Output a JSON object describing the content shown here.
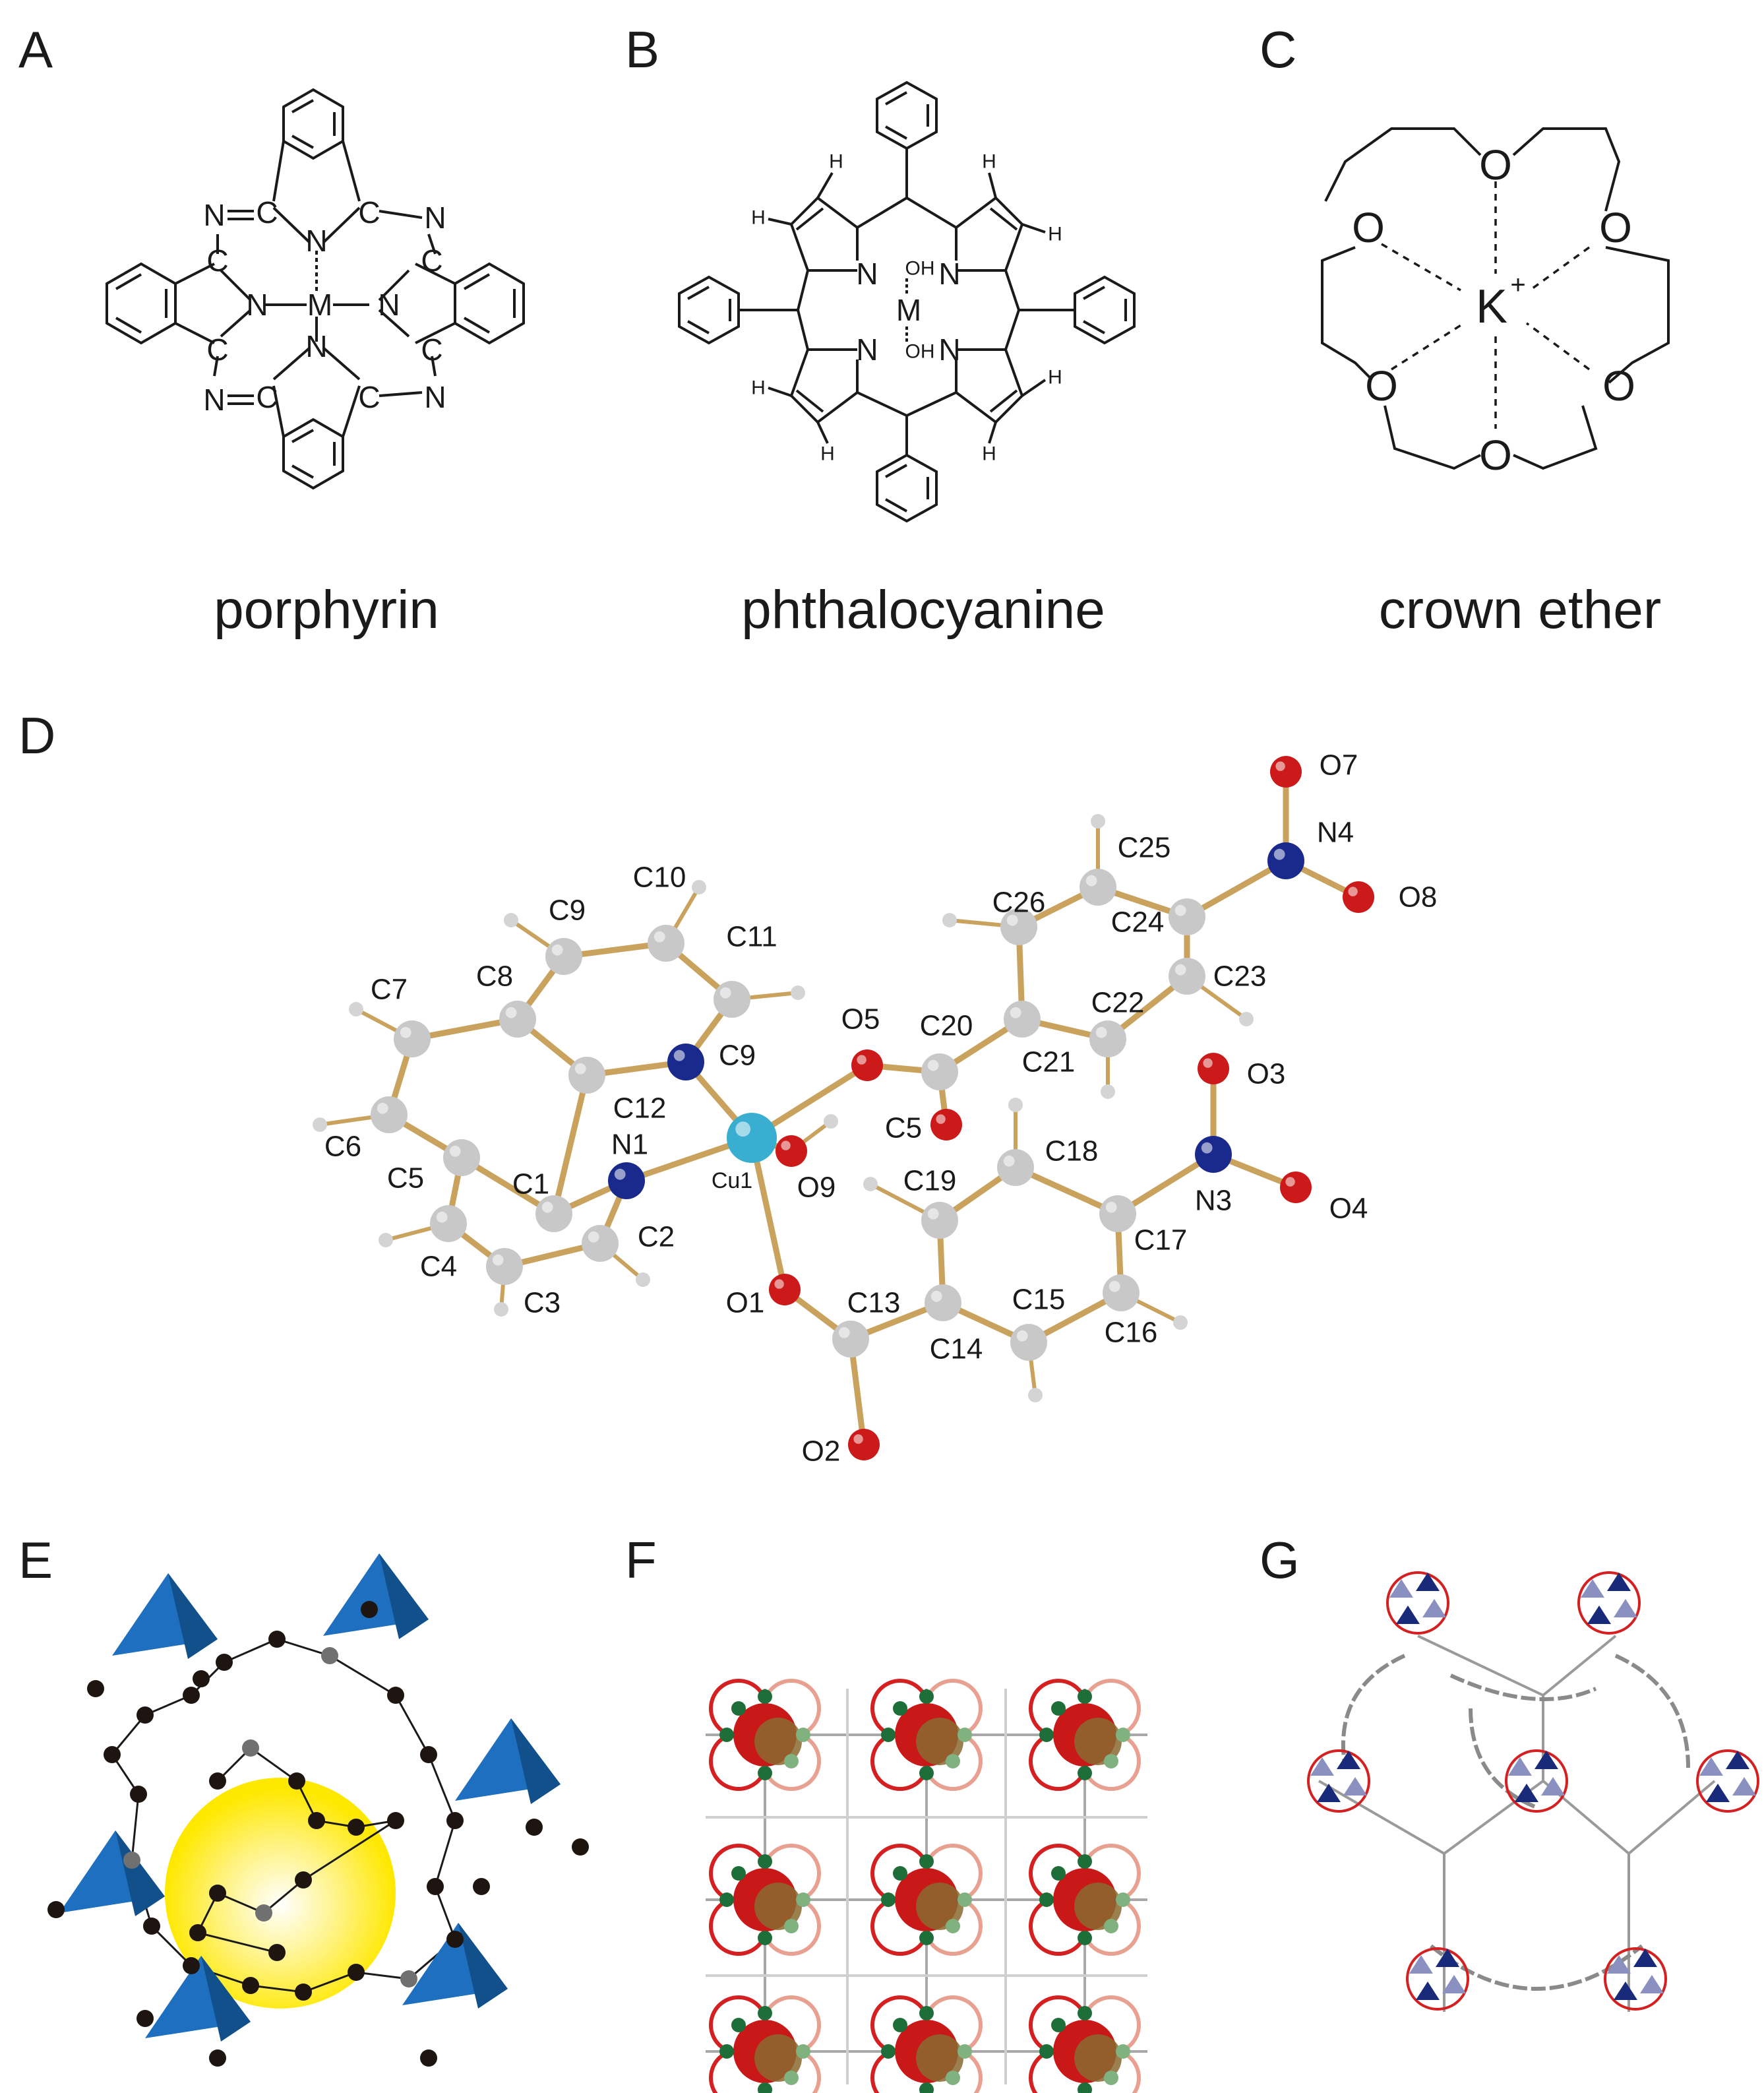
{
  "panels": {
    "A": {
      "letter": "A",
      "caption": "porphyrin"
    },
    "B": {
      "letter": "B",
      "caption": "phthalocyanine"
    },
    "C": {
      "letter": "C",
      "caption": "crown ether"
    },
    "D": {
      "letter": "D"
    },
    "E": {
      "letter": "E"
    },
    "F": {
      "letter": "F"
    },
    "G": {
      "letter": "G"
    }
  },
  "structureA": {
    "atom_N": "N",
    "atom_C": "C",
    "atom_M": "M"
  },
  "structureB": {
    "atom_N": "N",
    "atom_H": "H",
    "atom_M": "M",
    "atom_OH": "OH"
  },
  "structureC": {
    "atom_O": "O",
    "atom_K": "K",
    "charge": "+"
  },
  "crystal_labels": [
    "C1",
    "C2",
    "C3",
    "C4",
    "C5",
    "C6",
    "C7",
    "C8",
    "C9",
    "C10",
    "C11",
    "C12",
    "C9",
    "N1",
    "Cu1",
    "O9",
    "O5",
    "C20",
    "C5",
    "O1",
    "C13",
    "C14",
    "O2",
    "C15",
    "C16",
    "C19",
    "C18",
    "C17",
    "N3",
    "O3",
    "O4",
    "C21",
    "C22",
    "C23",
    "C24",
    "C25",
    "C26",
    "N4",
    "O7",
    "O8"
  ],
  "colors": {
    "carbon": "#c8c8c8",
    "nitrogen": "#1a2a8c",
    "oxygen": "#cc1a1a",
    "copper": "#3aaed0",
    "bond": "#c9a25e",
    "tetrahedron": "#1e6fbf",
    "pore": "#ffe800"
  }
}
